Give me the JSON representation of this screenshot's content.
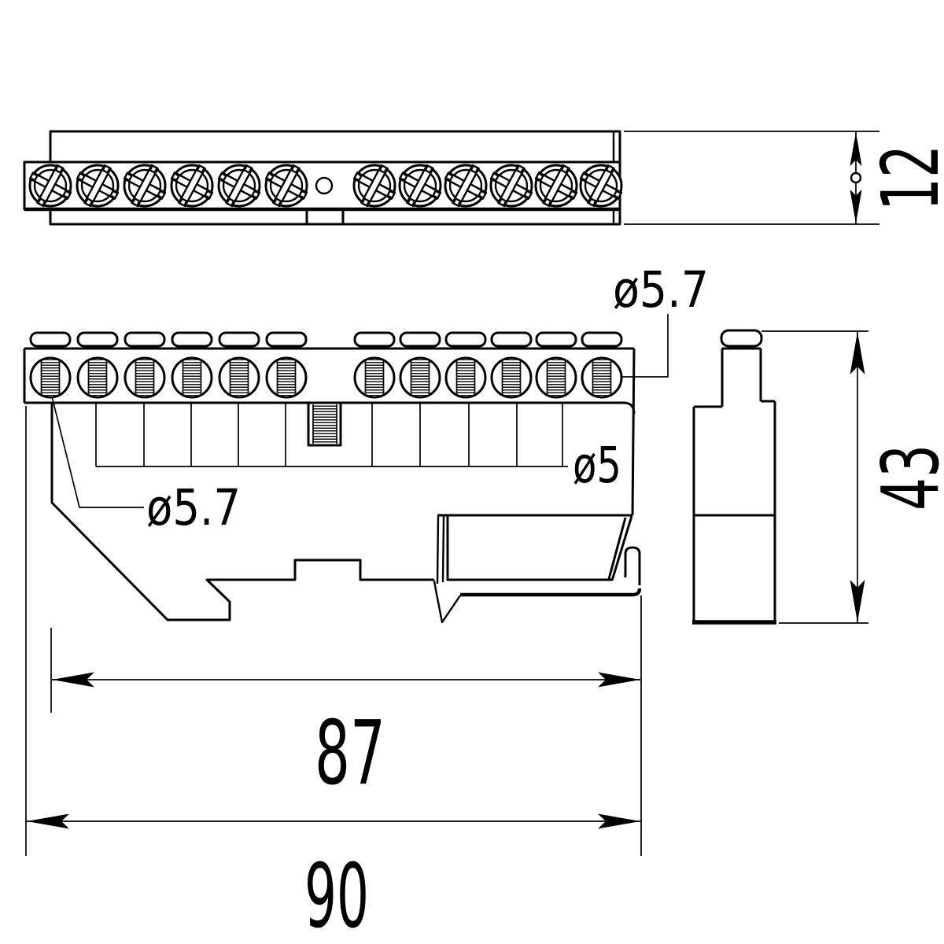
{
  "colors": {
    "line": "#000000",
    "background": "#ffffff"
  },
  "labels": {
    "top_view_height": "12",
    "front_hole_top": "ø5.7",
    "front_hole_left": "ø5.7",
    "front_hole_center": "ø5",
    "front_width_body": "87",
    "front_width_overall": "90",
    "side_height": "43"
  },
  "top_view": {
    "screw_count": 12,
    "center_hole_count": 1
  },
  "front_view": {
    "screw_count": 12,
    "terminal_cap_count": 12,
    "partition_count": 10
  },
  "side_view": {
    "screw_count": 1
  }
}
